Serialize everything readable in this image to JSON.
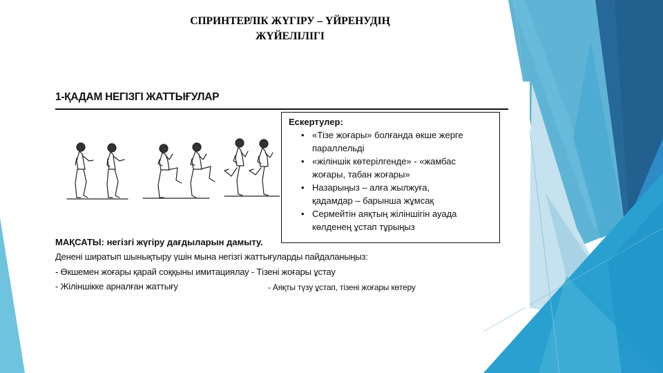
{
  "slide": {
    "title_line1": "СПРИНТЕРЛІК ЖҮГІРУ – ҮЙРЕНУДІҢ",
    "title_line2": "ЖҮЙЕЛІЛІГІ"
  },
  "content": {
    "heading": "1-ҚАДАМ НЕГІЗГІ ЖАТТЫҒУЛАР",
    "figures_caption": "running-drill-figures",
    "notes": {
      "title": "Ескертулер:",
      "items": [
        {
          "line1": "«Тізе жоғары» болғанда өкше жерге",
          "line2": "параллельді"
        },
        {
          "line1": "«жіліншік көтерілгенде» - «жамбас",
          "line2": "жоғары, табан жоғары»"
        },
        {
          "line1": "Назарыңыз – алға жылжуға,",
          "line2": "қадамдар – барынша жұмсақ"
        },
        {
          "line1": "Сермейтін аяқтың жіліншігін ауада",
          "line2": "көлденең ұстап тұрыңыз"
        }
      ],
      "bullet": "•"
    },
    "goal_label": "МАҚСАТЫ:",
    "goal_text": " негізгі жүгіру дағдыларын дамыту.",
    "instruction": "Денені ширатып шынықтыру үшін мына негізгі жаттығуларды пайдаланыңыз:",
    "exercise_line1": "- Өкшемен жоғары қарай соққыны имитациялау - Тізені жоғары ұстау",
    "exercise_line2a": "- Жіліншікке арналған жаттығу",
    "exercise_line2b": "- Аяқты түзу ұстап, тізені жоғары көтеру"
  },
  "colors": {
    "dark_blue": "#22608f",
    "mid_blue": "#2a6e9c",
    "light_blue": "#5fb4d6",
    "bright_blue": "#2a9fd0",
    "pale_blue": "#a9d3e4",
    "left_triangle": "#6ec3de"
  }
}
